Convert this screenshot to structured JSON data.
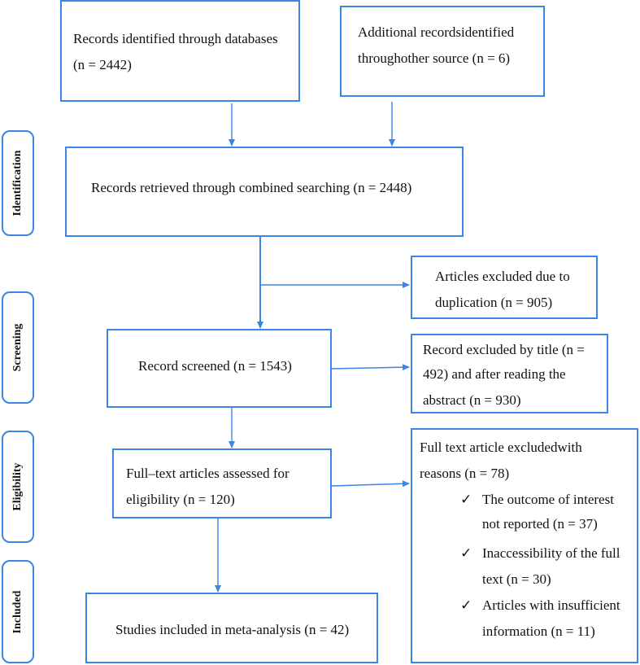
{
  "phases": {
    "identification": "Identification",
    "screening": "Screening",
    "eligibility": "Eligibility",
    "included": "Included"
  },
  "boxes": {
    "databases": [
      "Records identified through databases",
      "(n = 2442)"
    ],
    "other_sources": [
      "Additional recordsidentified",
      "throughother source (n = 6)"
    ],
    "combined": [
      "Records retrieved through combined searching (n = 2448)"
    ],
    "duplicates": [
      "Articles excluded due to",
      "duplication (n = 905)"
    ],
    "screened": [
      "Record screened (n = 1543)"
    ],
    "excluded_title": [
      "Record excluded by title (n =",
      "492) and after reading the",
      "abstract (n = 930)"
    ],
    "fulltext": [
      "Full–text articles assessed for",
      "eligibility (n = 120)"
    ],
    "excluded_fulltext": {
      "header": [
        "Full text article excludedwith",
        "reasons (n = 78)"
      ],
      "reasons": [
        [
          "The outcome of interest",
          "not reported (n = 37)"
        ],
        [
          "Inaccessibility of the full",
          "text  (n = 30)"
        ],
        [
          "Articles with insufficient",
          "information (n = 11)"
        ]
      ]
    },
    "included": [
      "Studies included in meta-analysis (n = 42)"
    ]
  },
  "check_glyph": "✓",
  "colors": {
    "border": "#3a86e6",
    "text": "#111111"
  }
}
